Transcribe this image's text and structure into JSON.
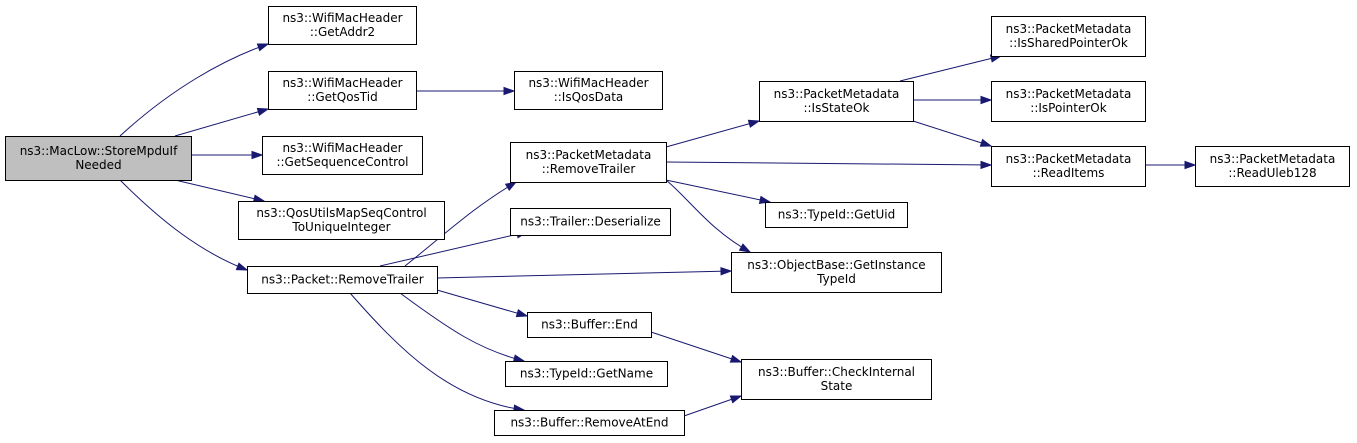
{
  "diagram": {
    "type": "call-graph",
    "colors": {
      "edge": "#191970",
      "root_fill": "#bfbfbf",
      "node_fill": "#ffffff",
      "node_border": "#000000"
    },
    "nodes": [
      {
        "id": "n0",
        "lines": [
          "ns3::MacLow::StoreMpduIf",
          "Needed"
        ],
        "root": true
      },
      {
        "id": "n1",
        "lines": [
          "ns3::WifiMacHeader",
          "::GetAddr2"
        ]
      },
      {
        "id": "n2",
        "lines": [
          "ns3::WifiMacHeader",
          "::GetQosTid"
        ]
      },
      {
        "id": "n3",
        "lines": [
          "ns3::WifiMacHeader",
          "::GetSequenceControl"
        ]
      },
      {
        "id": "n4",
        "lines": [
          "ns3::QosUtilsMapSeqControl",
          "ToUniqueInteger"
        ]
      },
      {
        "id": "n5",
        "lines": [
          "ns3::Packet::RemoveTrailer"
        ]
      },
      {
        "id": "n6",
        "lines": [
          "ns3::WifiMacHeader",
          "::IsQosData"
        ]
      },
      {
        "id": "n7",
        "lines": [
          "ns3::PacketMetadata",
          "::RemoveTrailer"
        ]
      },
      {
        "id": "n8",
        "lines": [
          "ns3::Trailer::Deserialize"
        ]
      },
      {
        "id": "n9",
        "lines": [
          "ns3::ObjectBase::GetInstance",
          "TypeId"
        ]
      },
      {
        "id": "n10",
        "lines": [
          "ns3::Buffer::End"
        ]
      },
      {
        "id": "n11",
        "lines": [
          "ns3::TypeId::GetName"
        ]
      },
      {
        "id": "n12",
        "lines": [
          "ns3::Buffer::RemoveAtEnd"
        ]
      },
      {
        "id": "n13",
        "lines": [
          "ns3::PacketMetadata",
          "::IsStateOk"
        ]
      },
      {
        "id": "n14",
        "lines": [
          "ns3::PacketMetadata",
          "::ReadItems"
        ]
      },
      {
        "id": "n15",
        "lines": [
          "ns3::TypeId::GetUid"
        ]
      },
      {
        "id": "n16",
        "lines": [
          "ns3::Buffer::CheckInternal",
          "State"
        ]
      },
      {
        "id": "n17",
        "lines": [
          "ns3::PacketMetadata",
          "::IsSharedPointerOk"
        ]
      },
      {
        "id": "n18",
        "lines": [
          "ns3::PacketMetadata",
          "::IsPointerOk"
        ]
      },
      {
        "id": "n19",
        "lines": [
          "ns3::PacketMetadata",
          "::ReadUleb128"
        ]
      }
    ],
    "edges": [
      [
        "n0",
        "n1"
      ],
      [
        "n0",
        "n2"
      ],
      [
        "n0",
        "n3"
      ],
      [
        "n0",
        "n4"
      ],
      [
        "n0",
        "n5"
      ],
      [
        "n2",
        "n6"
      ],
      [
        "n5",
        "n7"
      ],
      [
        "n5",
        "n8"
      ],
      [
        "n5",
        "n9"
      ],
      [
        "n5",
        "n10"
      ],
      [
        "n5",
        "n11"
      ],
      [
        "n5",
        "n12"
      ],
      [
        "n7",
        "n13"
      ],
      [
        "n7",
        "n14"
      ],
      [
        "n7",
        "n15"
      ],
      [
        "n7",
        "n9"
      ],
      [
        "n13",
        "n17"
      ],
      [
        "n13",
        "n18"
      ],
      [
        "n13",
        "n14"
      ],
      [
        "n14",
        "n19"
      ],
      [
        "n10",
        "n16"
      ],
      [
        "n12",
        "n16"
      ]
    ]
  }
}
